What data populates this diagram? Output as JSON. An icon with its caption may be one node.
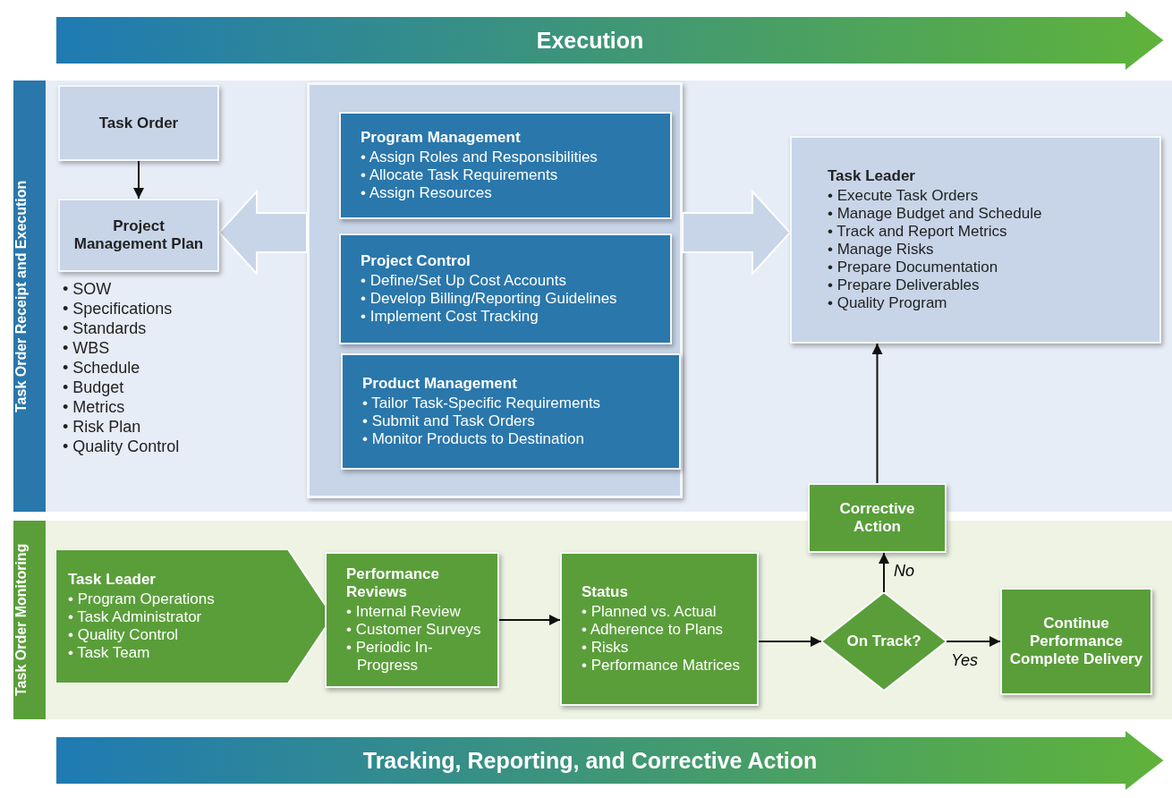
{
  "diagram": {
    "nodes": [
      {
        "text": [
          "Execution"
        ]
      },
      {
        "text": [
          "Task Order Receipt and Execution"
        ]
      },
      {
        "text": [
          "Task Order"
        ],
        "in": 1
      },
      {
        "text": [
          "Project Management Plan"
        ],
        "in": 1,
        "beside": [
          "• SOW",
          "• Specifications",
          "• Standards",
          "• WBS",
          "• Schedule",
          "• Budget",
          "• Metrics",
          "• Risk Plan",
          "• Quality Control"
        ]
      },
      {
        "text": [],
        "shape": "box",
        "in": 1
      },
      {
        "text": [
          "Program Management",
          "• Assign Roles and Responsibilities",
          "• Allocate Task Requirements",
          "• Assign Resources"
        ],
        "in": 4
      },
      {
        "text": [
          "Project Control",
          "• Define/Set Up Cost Accounts",
          "• Develop Billing/Reporting Guidelines",
          "• Implement Cost Tracking"
        ],
        "in": 4
      },
      {
        "text": [
          "Product Management",
          "• Tailor Task-Specific Requirements",
          "• Submit and Task Orders",
          "• Monitor Products to Destination"
        ],
        "in": 4
      },
      {
        "text": [
          "Task Leader",
          "• Execute Task Orders",
          "• Manage Budget and Schedule",
          "• Track and Report Metrics",
          "• Manage Risks",
          "• Prepare Documentation",
          "• Prepare Deliverables",
          "• Quality Program"
        ],
        "in": 1
      },
      {
        "text": [
          "Task Order Monitoring"
        ]
      },
      {
        "text": [
          "Task Leader",
          "• Program Operations",
          "• Task Administrator",
          "• Quality Control",
          "• Task Team"
        ],
        "in": 9
      },
      {
        "text": [
          "Performance Reviews",
          "• Internal Review",
          "• Customer Surveys",
          "• Periodic In-Progress"
        ],
        "in": 9
      },
      {
        "text": [
          "Status",
          "• Planned vs. Actual",
          "• Adherence to Plans",
          "• Risks",
          "• Performance Matrices"
        ],
        "in": 9
      },
      {
        "text": [
          "On Track?"
        ],
        "in": 9
      },
      {
        "text": [
          "Corrective Action"
        ]
      },
      {
        "text": [
          "Continue Performance Complete Delivery"
        ],
        "in": 9
      },
      {
        "text": [
          "Tracking, Reporting, and Corrective Action"
        ]
      }
    ],
    "edges": [
      {
        "from": 2,
        "to": 3,
        "arrow": "to"
      },
      {
        "from": 4,
        "to": 3,
        "arrow": "to",
        "style": "thick"
      },
      {
        "from": 4,
        "to": 8,
        "arrow": "to",
        "style": "thick"
      },
      {
        "from": 11,
        "to": 12,
        "arrow": "to"
      },
      {
        "from": 12,
        "to": 13,
        "arrow": "to"
      },
      {
        "from": 13,
        "to": 14,
        "arrow": "to",
        "label": "No"
      },
      {
        "from": 13,
        "to": 15,
        "arrow": "to",
        "label": "Yes"
      },
      {
        "from": 14,
        "to": 8,
        "arrow": "to"
      }
    ]
  }
}
